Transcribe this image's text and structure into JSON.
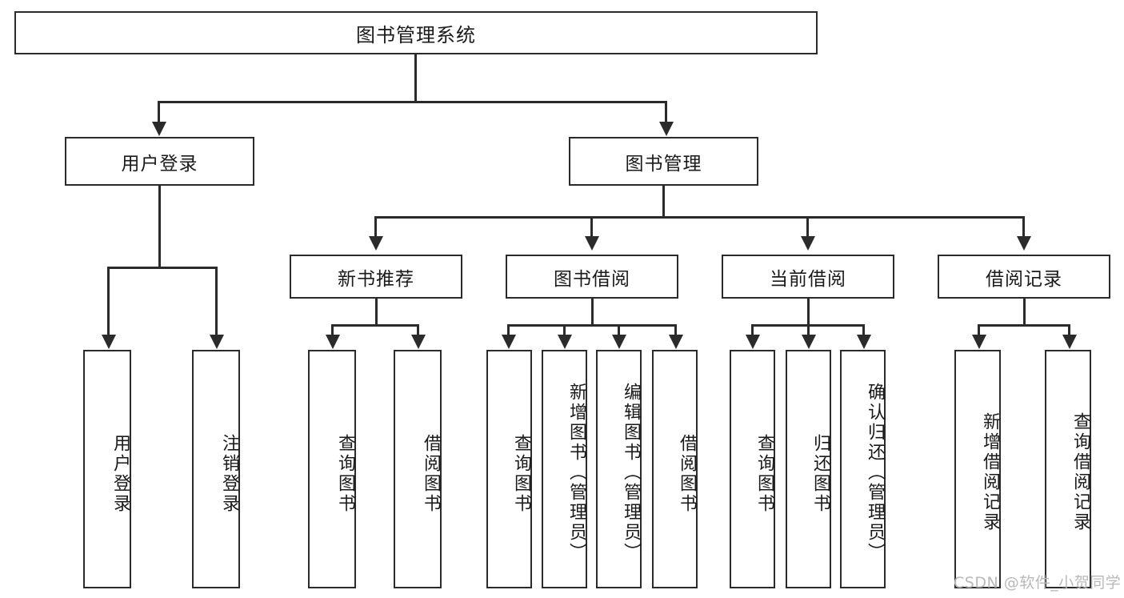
{
  "diagram": {
    "title": "图书管理系统",
    "type": "hierarchy-tree",
    "levels": {
      "root": {
        "label": "图书管理系统"
      },
      "level2": [
        {
          "id": "user-login",
          "label": "用户登录"
        },
        {
          "id": "book-management",
          "label": "图书管理"
        }
      ],
      "level3": [
        {
          "id": "new-book-recommend",
          "label": "新书推荐"
        },
        {
          "id": "book-borrow",
          "label": "图书借阅"
        },
        {
          "id": "current-borrow",
          "label": "当前借阅"
        },
        {
          "id": "borrow-record",
          "label": "借阅记录"
        }
      ],
      "leaves": {
        "user_login": [
          {
            "id": "leaf-user-login",
            "label": "用户登录"
          },
          {
            "id": "leaf-logout-login",
            "label": "注销登录"
          }
        ],
        "new_book_recommend": [
          {
            "id": "leaf-query-book-1",
            "label": "查询图书"
          },
          {
            "id": "leaf-borrow-book-1",
            "label": "借阅图书"
          }
        ],
        "book_borrow": [
          {
            "id": "leaf-query-book-2",
            "label": "查询图书"
          },
          {
            "id": "leaf-add-book",
            "label": "新增图书（管理员）"
          },
          {
            "id": "leaf-edit-book",
            "label": "编辑图书（管理员）"
          },
          {
            "id": "leaf-borrow-book-2",
            "label": "借阅图书"
          }
        ],
        "current_borrow": [
          {
            "id": "leaf-query-book-3",
            "label": "查询图书"
          },
          {
            "id": "leaf-return-book",
            "label": "归还图书"
          },
          {
            "id": "leaf-confirm-return",
            "label": "确认归还（管理员）"
          }
        ],
        "borrow_record": [
          {
            "id": "leaf-add-record",
            "label": "新增借阅记录"
          },
          {
            "id": "leaf-query-record",
            "label": "查询借阅记录"
          }
        ]
      }
    },
    "colors": {
      "stroke": "#2b2b2b",
      "fill": "#ffffff",
      "text": "#1a1a1a",
      "watermark": "#b9b9b9"
    }
  },
  "watermark": {
    "text": "CSDN @软件_小贺同学"
  }
}
